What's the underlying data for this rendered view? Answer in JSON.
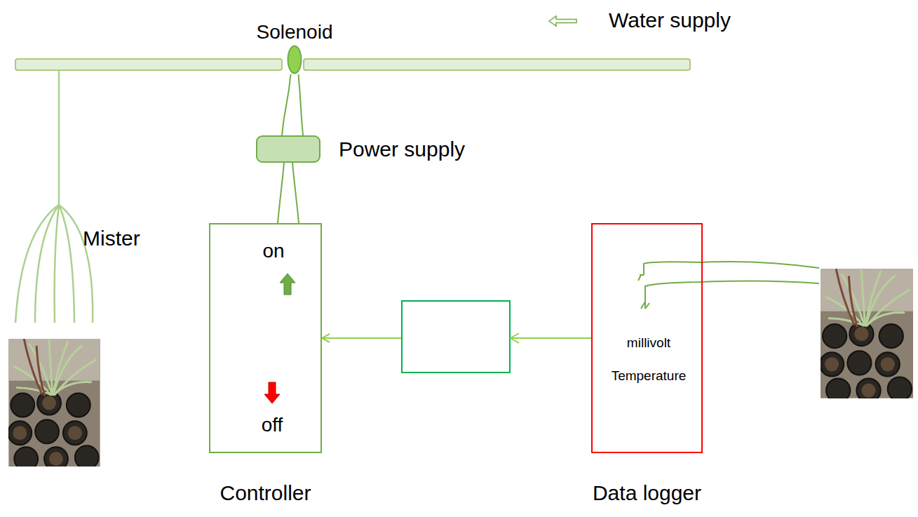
{
  "diagram": {
    "nodes": [
      {
        "text": [
          "Solenoid"
        ]
      },
      {
        "text": [
          "Power supply"
        ]
      },
      {
        "text": [
          "on",
          "off",
          "Controller"
        ]
      },
      {
        "text": [
          "millivolt",
          "Temperature",
          "Data logger"
        ]
      }
    ],
    "edges": [
      {
        "from": 0,
        "to": 1,
        "arrow": "none"
      },
      {
        "from": 1,
        "to": 2,
        "arrow": "none"
      },
      {
        "from": 3,
        "to": 2,
        "arrow": "to"
      }
    ],
    "labels": [
      "Water supply",
      "Mister"
    ]
  }
}
